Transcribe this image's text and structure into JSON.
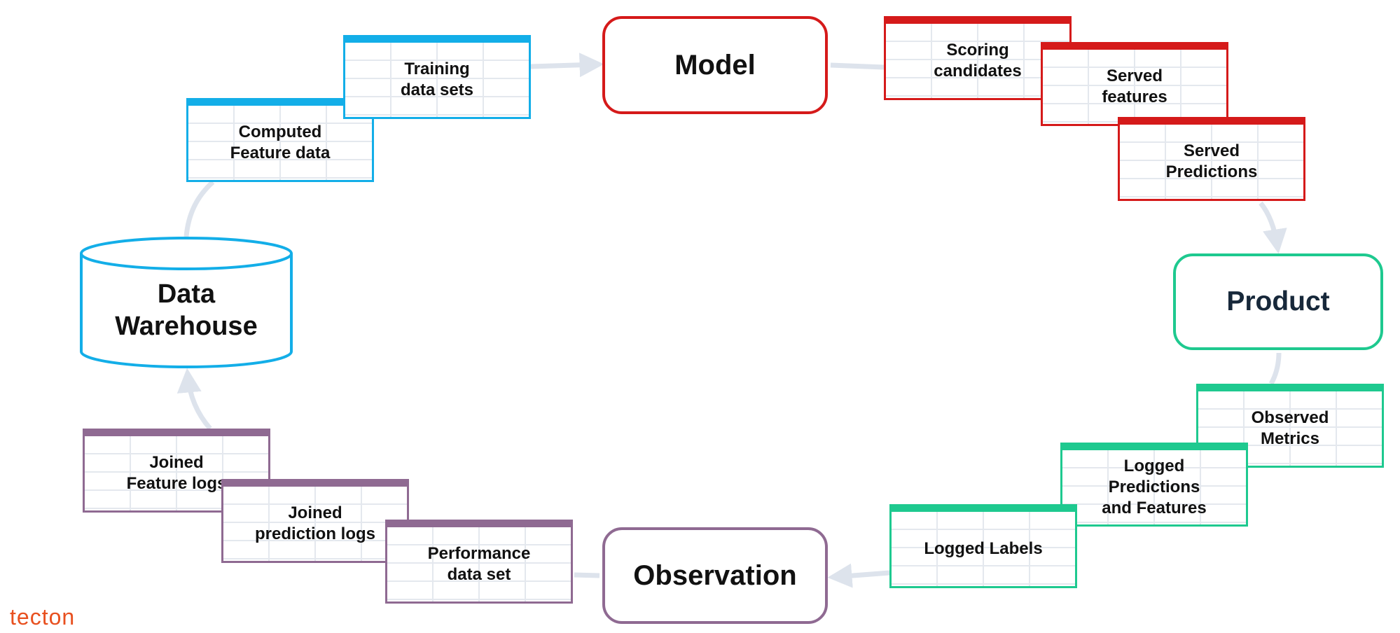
{
  "nodes": {
    "model": "Model",
    "product": "Product",
    "observation": "Observation",
    "warehouse_line1": "Data",
    "warehouse_line2": "Warehouse"
  },
  "cards": {
    "training": [
      "Training",
      "data sets"
    ],
    "computed": [
      "Computed",
      "Feature data"
    ],
    "scoring": [
      "Scoring",
      "candidates"
    ],
    "served_features": [
      "Served",
      "features"
    ],
    "served_predictions": [
      "Served",
      "Predictions"
    ],
    "observed_metrics": [
      "Observed",
      "Metrics"
    ],
    "logged_predictions": [
      "Logged",
      "Predictions",
      "and Features"
    ],
    "logged_labels": [
      "Logged Labels"
    ],
    "joined_feature": [
      "Joined",
      "Feature logs"
    ],
    "joined_prediction": [
      "Joined",
      "prediction logs"
    ],
    "performance": [
      "Performance",
      "data set"
    ]
  },
  "colors": {
    "model": "#d51a1a",
    "product": "#1ec98f",
    "observation": "#8f6a92",
    "warehouse": "#13aee8",
    "connector": "#dde3ec",
    "logo": "#e8501f"
  },
  "logo": "tecton"
}
